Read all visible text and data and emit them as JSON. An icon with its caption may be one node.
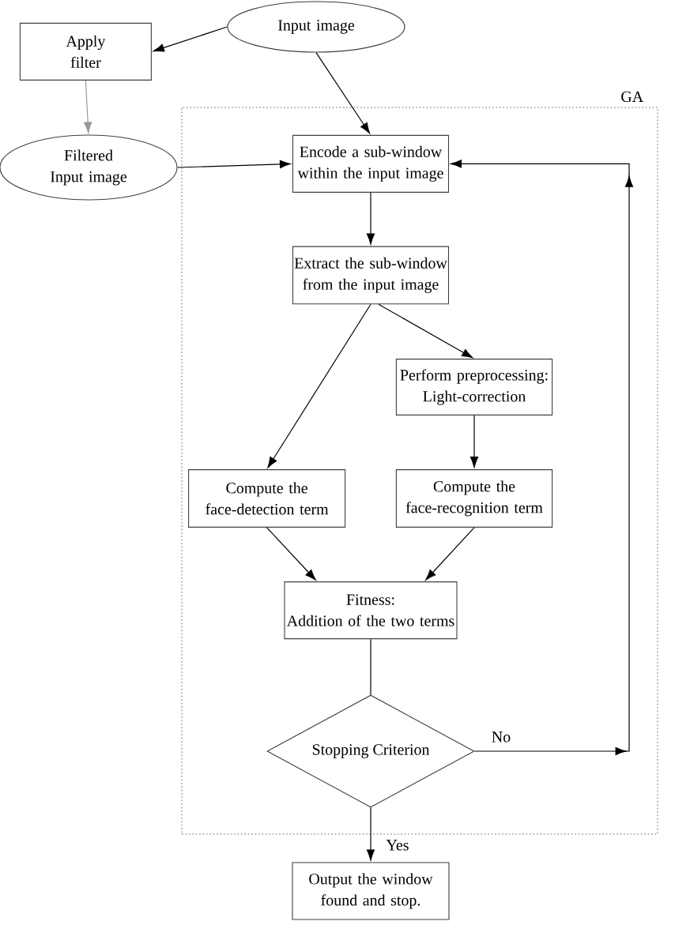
{
  "diagram": {
    "nodes": [
      {
        "text": [
          "GA"
        ]
      },
      {
        "text": [
          "Input image"
        ]
      },
      {
        "text": [
          "Apply filter"
        ]
      },
      {
        "text": [
          "Filtered Input image"
        ]
      },
      {
        "text": [
          "Encode a sub-window within the input image"
        ],
        "in": 0
      },
      {
        "text": [
          "Extract the sub-window from the input image"
        ],
        "in": 0
      },
      {
        "text": [
          "Perform preprocessing: Light-correction"
        ],
        "in": 0
      },
      {
        "text": [
          "Compute the face-detection term"
        ],
        "in": 0
      },
      {
        "text": [
          "Compute the face-recognition term"
        ],
        "in": 0
      },
      {
        "text": [
          "Fitness:",
          "Addition of the two terms"
        ],
        "in": 0
      },
      {
        "text": [
          "Stopping Criterion"
        ],
        "in": 0
      },
      {
        "text": [
          "Output the window found and stop."
        ]
      }
    ],
    "edges": [
      {
        "from": 1,
        "to": 2,
        "arrow": "to"
      },
      {
        "from": 2,
        "to": 3,
        "arrow": "to",
        "color": "#999999"
      },
      {
        "from": 1,
        "to": 4,
        "arrow": "to"
      },
      {
        "from": 3,
        "to": 4,
        "arrow": "to"
      },
      {
        "from": 4,
        "to": 5,
        "arrow": "to"
      },
      {
        "from": 5,
        "to": 7,
        "arrow": "to"
      },
      {
        "from": 5,
        "to": 6,
        "arrow": "to"
      },
      {
        "from": 6,
        "to": 8,
        "arrow": "to"
      },
      {
        "from": 7,
        "to": 9,
        "arrow": "to"
      },
      {
        "from": 8,
        "to": 9,
        "arrow": "to"
      },
      {
        "from": 9,
        "to": 10,
        "arrow": "none"
      },
      {
        "from": 10,
        "to": 4,
        "arrow": "to",
        "label": "No"
      },
      {
        "from": 10,
        "to": 11,
        "arrow": "to",
        "label": "Yes"
      }
    ]
  }
}
